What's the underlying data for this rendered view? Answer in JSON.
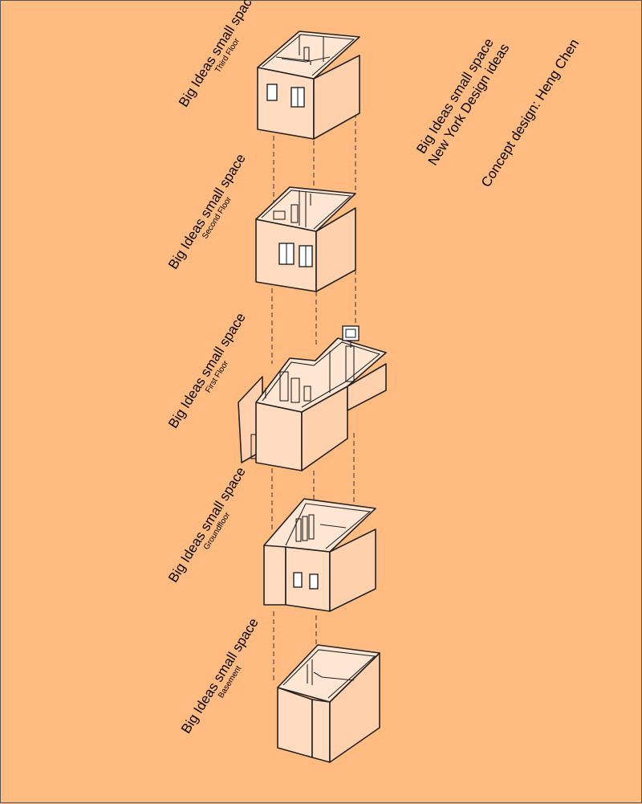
{
  "title": {
    "line1": "Big Ideas small space",
    "line2": "New York Design ideas"
  },
  "credit": "Concept design: Heng Chen",
  "floors": [
    {
      "main": "Big Ideas small space",
      "sub": "Third Floor"
    },
    {
      "main": "Big Ideas small space",
      "sub": "Second Floor"
    },
    {
      "main": "Big Ideas small space",
      "sub": "First Floor"
    },
    {
      "main": "Big Ideas small space",
      "sub": "Groundfloor"
    },
    {
      "main": "Big Ideas small space",
      "sub": "Basement"
    }
  ],
  "colors": {
    "background": "#ffbb80",
    "wall": "#ffdcc0"
  }
}
